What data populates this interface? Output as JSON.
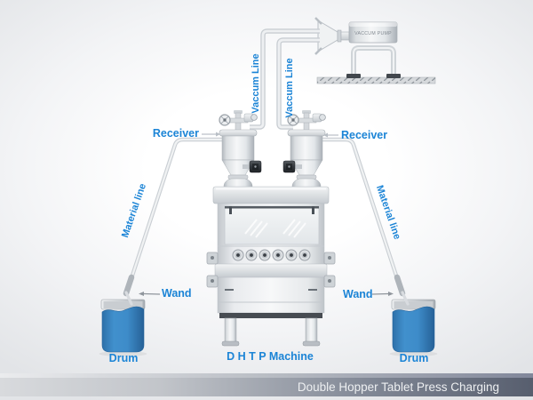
{
  "diagram": {
    "pump": {
      "label": "VACCUM PUMP"
    },
    "vacuum_lines": {
      "left": "Vaccum Line",
      "right": "Vaccum Line"
    },
    "receivers": {
      "left": "Receiver",
      "right": "Receiver"
    },
    "material_lines": {
      "left": "Material line",
      "right": "Material line"
    },
    "wands": {
      "left": "Wand",
      "right": "Wand"
    },
    "drums": {
      "left": "Drum",
      "right": "Drum"
    },
    "machine": {
      "label": "D H T P Machine"
    }
  },
  "title_bar": {
    "text": "Double Hopper Tablet Press Charging"
  },
  "colors": {
    "accent_blue": "#1b84d6",
    "drum_blue": "#3a88c5",
    "pipe_gray": "#dfe3e6",
    "machine_metal": "#d9dde1",
    "actuator_dark": "#33373c",
    "title_bar_dark": "#575e6e",
    "title_bar_light": "#d8dadd",
    "title_text": "#edeff1",
    "background": "#f3f4f6"
  }
}
